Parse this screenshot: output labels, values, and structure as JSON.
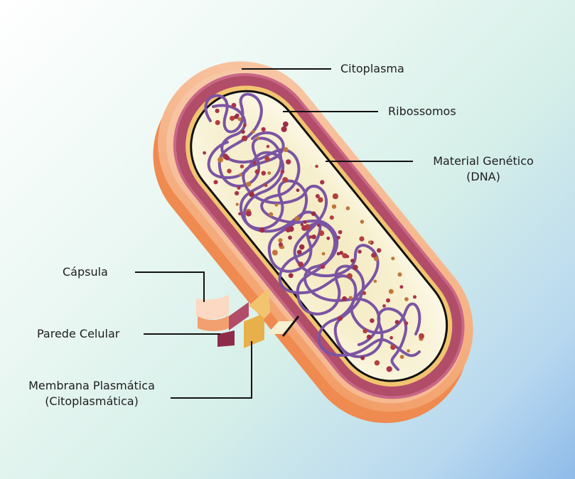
{
  "labels": {
    "citoplasma": "Citoplasma",
    "ribossomos": "Ribossomos",
    "material_genetico_line1": "Material Genético",
    "material_genetico_line2": "(DNA)",
    "capsula": "Cápsula",
    "parede_celular": "Parede Celular",
    "membrana_line1": "Membrana Plasmática",
    "membrana_line2": "(Citoplasmática)"
  }
}
